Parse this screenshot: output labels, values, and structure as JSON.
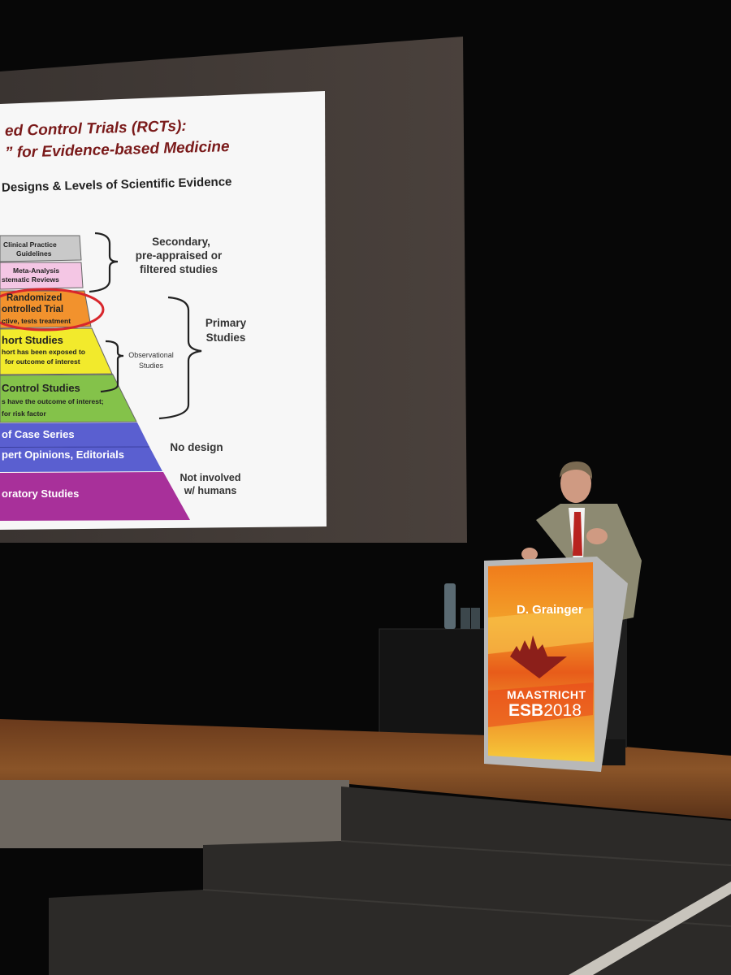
{
  "slide": {
    "title_line1": "ed Control Trials (RCTs):",
    "title_line2": "” for Evidence-based Medicine",
    "subtitle": "Designs & Levels of Scientific Evidence",
    "tiers": {
      "guidelines_1": "Clinical Practice",
      "guidelines_2": "Guidelines",
      "meta_1": "Meta-Analysis",
      "meta_2": "stematic Reviews",
      "rct_1": "Randomized",
      "rct_2": "ontrolled Trial",
      "rct_3": "ctive, tests treatment",
      "cohort_1": "hort Studies",
      "cohort_2": "hort has been exposed to",
      "cohort_3": "for outcome of interest",
      "casecontrol_1": "Control Studies",
      "casecontrol_2": "s have the outcome of interest;",
      "casecontrol_3": "for risk factor",
      "caseseries": "of Case Series",
      "expert": "pert Opinions, Editorials",
      "lab": "oratory Studies"
    },
    "notes": {
      "secondary_1": "Secondary,",
      "secondary_2": "pre-appraised or",
      "secondary_3": "filtered studies",
      "primary_1": "Primary",
      "primary_2": "Studies",
      "observational_1": "Observational",
      "observational_2": "Studies",
      "no_design": "No design",
      "not_involved_1": "Not involved",
      "not_involved_2": "w/ humans"
    }
  },
  "podium": {
    "speaker": "D. Grainger",
    "city": "MAASTRICHT",
    "event_prefix": "ESB",
    "event_year": "2018"
  },
  "colors": {
    "guidelines": "#c9c9c9",
    "meta": "#f4c6e4",
    "rct": "#f2922d",
    "cohort": "#f2ea2c",
    "casecontrol": "#84c24a",
    "caseseries": "#5a5fd0",
    "lab": "#a8309a",
    "highlight_ring": "#d8262c"
  }
}
